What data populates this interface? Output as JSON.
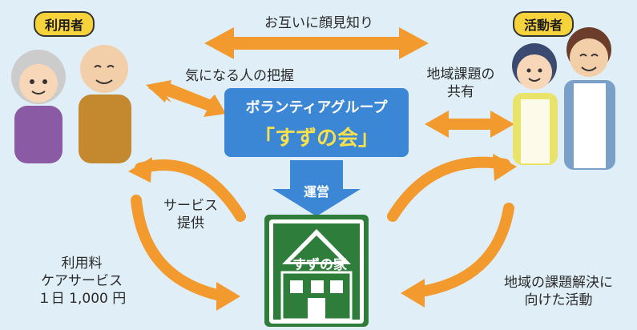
{
  "labels": {
    "users": "利用者",
    "activists": "活動者",
    "mutual_acquaintance": "お互いに顔見知り",
    "grasp_concern": "気になる人の把握",
    "regional_issues_line1": "地域課題の",
    "regional_issues_line2": "共有",
    "group_line1": "ボランティアグループ",
    "group_line2": "「すずの会」",
    "operation": "運営",
    "service_line1": "サービス",
    "service_line2": "提供",
    "fee_line1": "利用料",
    "fee_line2": "ケアサービス",
    "fee_line3": "１日 1,000 円",
    "activity_line1": "地域の課題解決に",
    "activity_line2": "向けた活動",
    "house": "すずの家"
  },
  "colors": {
    "background": "#dfeef7",
    "arrow": "#f29a2e",
    "group_box": "#3b87d6",
    "group_name": "#f7e04b",
    "house_panel": "#2f7d3a",
    "tag": "#f6d33a"
  }
}
